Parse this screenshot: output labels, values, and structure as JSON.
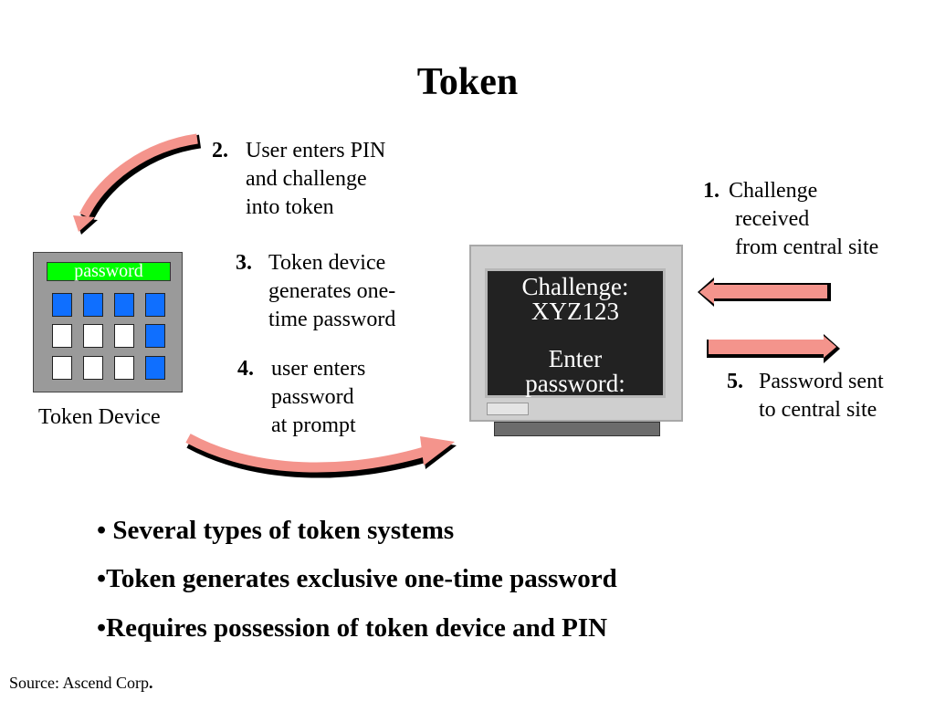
{
  "title": "Token",
  "steps": {
    "s1": {
      "num": "1.",
      "lines": [
        "Challenge",
        "received",
        "from central site"
      ]
    },
    "s2": {
      "num": "2.",
      "lines": [
        "User enters PIN",
        "and challenge",
        "into token"
      ]
    },
    "s3": {
      "num": "3.",
      "lines": [
        "Token device",
        "generates one-",
        "time password"
      ]
    },
    "s4": {
      "num": "4.",
      "lines": [
        "user enters",
        "password",
        "at prompt"
      ]
    },
    "s5": {
      "num": "5.",
      "lines": [
        "Password sent",
        "to central site"
      ]
    }
  },
  "token_device": {
    "screen_text": "password",
    "caption": "Token Device",
    "keys": [
      "blue",
      "blue",
      "blue",
      "blue",
      "white",
      "white",
      "white",
      "blue",
      "white",
      "white",
      "white",
      "blue"
    ]
  },
  "monitor": {
    "line1": "Challenge:",
    "line2": "XYZ123",
    "line3": "Enter",
    "line4": "password:"
  },
  "bullets": [
    "• Several types of token systems",
    "•Token generates exclusive one-time password",
    "•Requires possession of token device and PIN"
  ],
  "source": {
    "prefix": "Source: Ascend Corp",
    "suffix": "."
  },
  "colors": {
    "arrow_fill": "#f4948c",
    "arrow_shadow": "#000000",
    "key_blue": "#0f6fff",
    "token_screen": "#00ff00"
  }
}
